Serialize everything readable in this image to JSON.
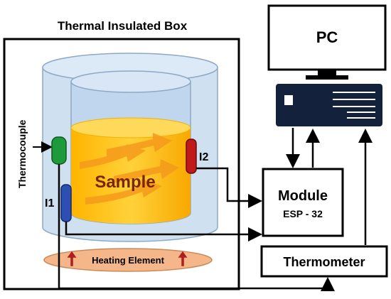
{
  "box_title": "Thermal Insulated Box",
  "pc_label": "PC",
  "thermocouple_label": "Thermocouple",
  "sample_label": "Sample",
  "i1_label": "I1",
  "i2_label": "I2",
  "heating_label": "Heating Element",
  "module_label": "Module",
  "module_sub": "ESP - 32",
  "thermometer_label": "Thermometer",
  "colors": {
    "outer_cylinder": "#cfe0f0",
    "inner_cylinder": "#c4d8ee",
    "sample": "#ffc61a",
    "sample_arrow": "#f59a1c",
    "pc_body": "#14213d",
    "thermocouple_green": "#1f9a3a",
    "probe_blue": "#2b4fb3",
    "probe_red": "#c0181b",
    "heating": "#f5b78a",
    "heating_arrow": "#b01e1e"
  }
}
